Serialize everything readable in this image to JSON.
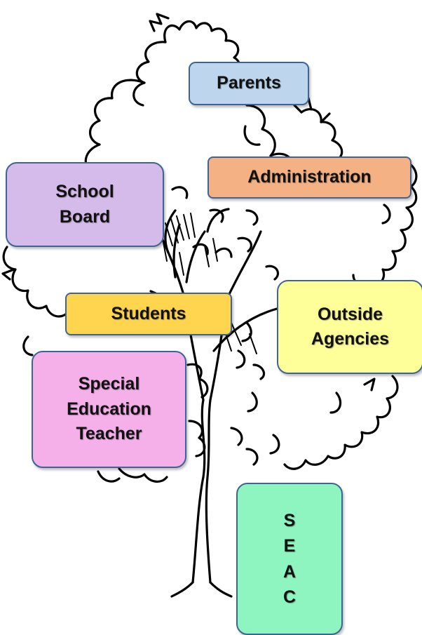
{
  "boxes": {
    "parents": {
      "lines": [
        "Parents"
      ],
      "color": "#bdd6ee"
    },
    "administration": {
      "lines": [
        "Administration"
      ],
      "color": "#f4b183"
    },
    "school_board": {
      "lines": [
        "School",
        "Board"
      ],
      "color": "#d5bbe9"
    },
    "students": {
      "lines": [
        "Students"
      ],
      "color": "#ffd54f"
    },
    "outside_agencies": {
      "lines": [
        "Outside",
        "Agencies"
      ],
      "color": "#ffff99"
    },
    "special_education_teacher": {
      "lines": [
        "Special",
        "Education",
        "Teacher"
      ],
      "color": "#f5b0ea"
    },
    "seac": {
      "lines": [
        "S",
        "E",
        "A",
        "C"
      ],
      "color": "#8ff5c0"
    }
  },
  "colors": {
    "box_border": "#3e6496",
    "tree_stroke": "#000000"
  },
  "icons": {
    "background": "tree-outline-icon"
  }
}
